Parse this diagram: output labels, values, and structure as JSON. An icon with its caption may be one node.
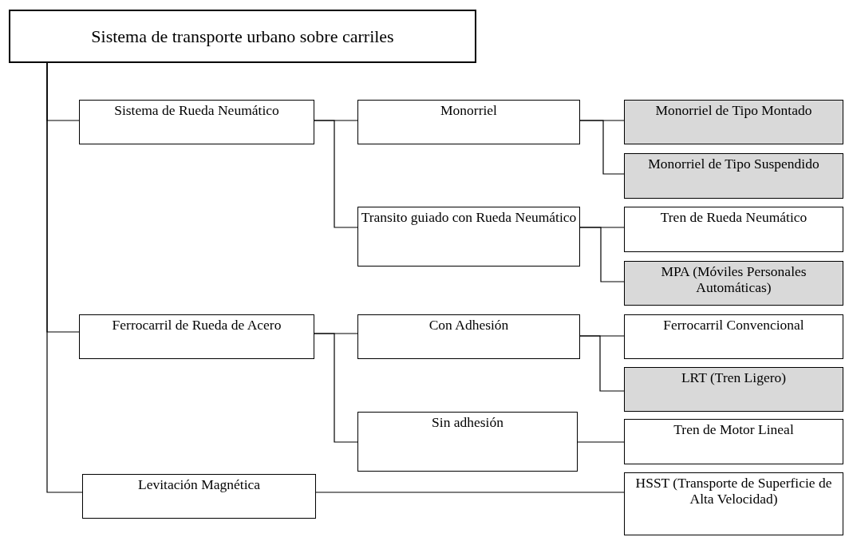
{
  "diagram": {
    "nodes": [
      {
        "text": [
          "Sistema de transporte urbano sobre carriles"
        ]
      },
      {
        "text": [
          "Sistema de Rueda Neumático"
        ]
      },
      {
        "text": [
          "Monorriel"
        ]
      },
      {
        "text": [
          "Monorriel de Tipo Montado"
        ]
      },
      {
        "text": [
          "Monorriel de Tipo Suspendido"
        ]
      },
      {
        "text": [
          "Transito guiado con Rueda Neumático"
        ]
      },
      {
        "text": [
          "Tren de Rueda Neumático"
        ]
      },
      {
        "text": [
          "MPA (Móviles Personales Automáticas)"
        ]
      },
      {
        "text": [
          "Ferrocarril de Rueda de Acero"
        ]
      },
      {
        "text": [
          "Con Adhesión"
        ]
      },
      {
        "text": [
          "Ferrocarril Convencional"
        ]
      },
      {
        "text": [
          "LRT (Tren Ligero)"
        ]
      },
      {
        "text": [
          "Sin adhesión"
        ]
      },
      {
        "text": [
          "Tren de Motor Lineal"
        ]
      },
      {
        "text": [
          "Levitación Magnética"
        ]
      },
      {
        "text": [
          "HSST (Transporte de Superficie de Alta Velocidad)"
        ]
      }
    ],
    "edges": [
      {
        "from": 0,
        "to": 1,
        "arrow": "none"
      },
      {
        "from": 0,
        "to": 8,
        "arrow": "none"
      },
      {
        "from": 0,
        "to": 14,
        "arrow": "none"
      },
      {
        "from": 1,
        "to": 2,
        "arrow": "none"
      },
      {
        "from": 1,
        "to": 5,
        "arrow": "none"
      },
      {
        "from": 2,
        "to": 3,
        "arrow": "none"
      },
      {
        "from": 2,
        "to": 4,
        "arrow": "none"
      },
      {
        "from": 5,
        "to": 6,
        "arrow": "none"
      },
      {
        "from": 5,
        "to": 7,
        "arrow": "none"
      },
      {
        "from": 8,
        "to": 9,
        "arrow": "none"
      },
      {
        "from": 8,
        "to": 12,
        "arrow": "none"
      },
      {
        "from": 9,
        "to": 10,
        "arrow": "none"
      },
      {
        "from": 9,
        "to": 11,
        "arrow": "none"
      },
      {
        "from": 12,
        "to": 13,
        "arrow": "none"
      },
      {
        "from": 14,
        "to": 15,
        "arrow": "none"
      }
    ]
  }
}
